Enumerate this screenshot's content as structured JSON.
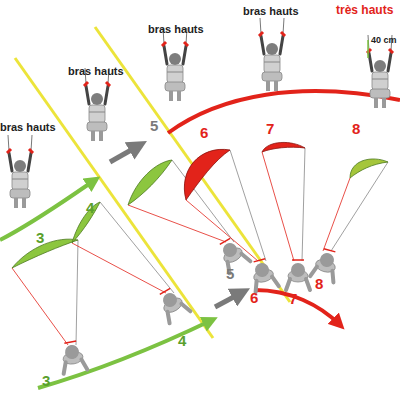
{
  "diagram": {
    "labels": [
      "bras hauts",
      "bras hauts",
      "bras hauts",
      "bras hauts",
      "très hauts",
      "40 cm",
      "3",
      "4",
      "5",
      "6",
      "7",
      "8",
      "5",
      "6",
      "7",
      "8",
      "4",
      "3"
    ]
  }
}
